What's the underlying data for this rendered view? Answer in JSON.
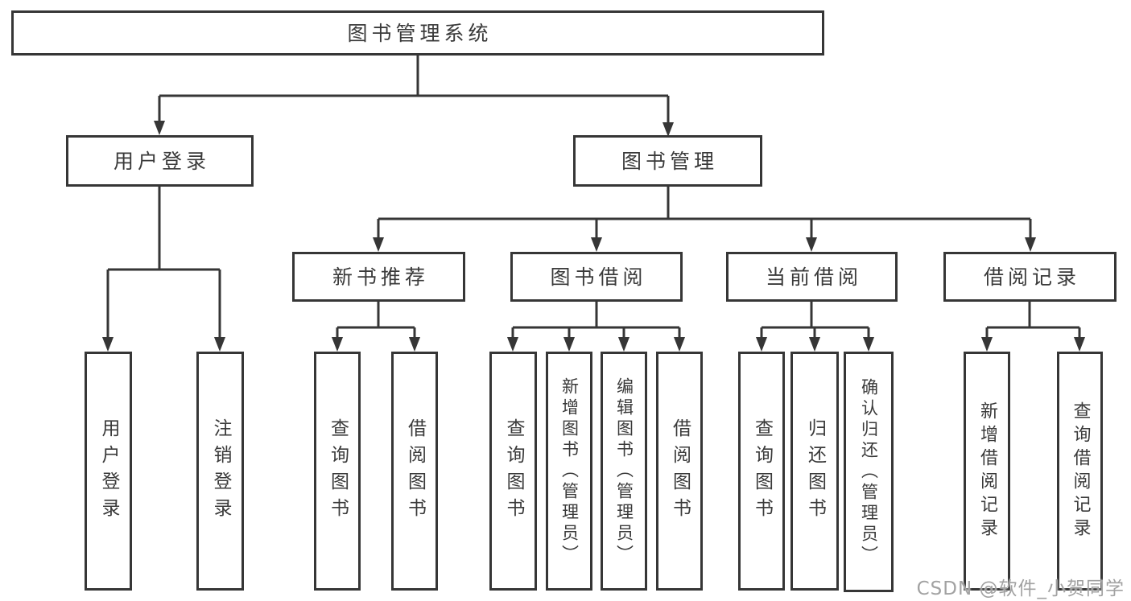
{
  "colors": {
    "line": "#363636",
    "box_border": "#363636",
    "box_bg": "#ffffff",
    "text": "#3a3a3a",
    "watermark": "#a2a2a2"
  },
  "root": {
    "label": "图书管理系统"
  },
  "level2": [
    {
      "id": "user-login",
      "label": "用户登录"
    },
    {
      "id": "book-management",
      "label": "图书管理"
    }
  ],
  "level3": [
    {
      "id": "new-book-recommend",
      "label": "新书推荐"
    },
    {
      "id": "book-borrowing",
      "label": "图书借阅"
    },
    {
      "id": "current-borrowing",
      "label": "当前借阅"
    },
    {
      "id": "borrowing-records",
      "label": "借阅记录"
    }
  ],
  "leaves": [
    {
      "id": "user-login-leaf",
      "label": "用户登录"
    },
    {
      "id": "logout-leaf",
      "label": "注销登录"
    },
    {
      "id": "query-books-1",
      "label": "查询图书"
    },
    {
      "id": "borrow-books-1",
      "label": "借阅图书"
    },
    {
      "id": "query-books-2",
      "label": "查询图书"
    },
    {
      "id": "add-books-admin",
      "label": "新增图书（管理员）"
    },
    {
      "id": "edit-books-admin",
      "label": "编辑图书（管理员）"
    },
    {
      "id": "borrow-books-2",
      "label": "借阅图书"
    },
    {
      "id": "query-books-3",
      "label": "查询图书"
    },
    {
      "id": "return-books",
      "label": "归还图书"
    },
    {
      "id": "confirm-return-admin",
      "label": "确认归还（管理员）"
    },
    {
      "id": "add-borrow-record",
      "label": "新增借阅记录"
    },
    {
      "id": "query-borrow-record",
      "label": "查询借阅记录"
    }
  ],
  "watermark": {
    "text": "CSDN @软件_小贺同学"
  }
}
